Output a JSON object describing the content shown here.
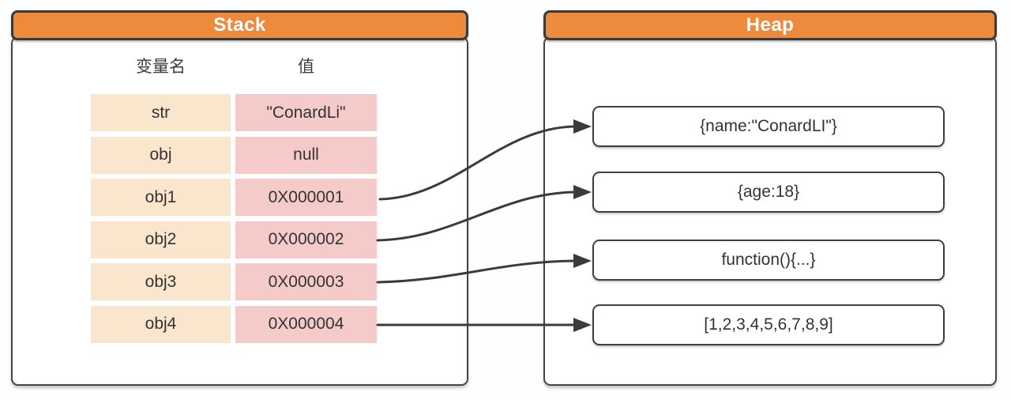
{
  "diagram": {
    "type": "memory-model",
    "description_visible_text_only": true
  },
  "colors": {
    "header_orange": "#ED8A3C",
    "name_cell_cream": "#FAE6CC",
    "value_cell_pink": "#F5CBC9",
    "border_dark": "#3a3a3a",
    "text_dark": "#333333",
    "panel_white": "#ffffff"
  },
  "stack": {
    "title": "Stack",
    "columns": {
      "variable": "变量名",
      "value": "值"
    },
    "rows": [
      {
        "name": "str",
        "value": "\"ConardLi\""
      },
      {
        "name": "obj",
        "value": "null"
      },
      {
        "name": "obj1",
        "value": "0X000001"
      },
      {
        "name": "obj2",
        "value": "0X000002"
      },
      {
        "name": "obj3",
        "value": "0X000003"
      },
      {
        "name": "obj4",
        "value": "0X000004"
      }
    ]
  },
  "heap": {
    "title": "Heap",
    "objects": [
      "{name:\"ConardLI\"}",
      "{age:18}",
      "function(){...}",
      "[1,2,3,4,5,6,7,8,9]"
    ]
  },
  "arrows": [
    {
      "from": "obj1",
      "to_heap_object": "{name:\"ConardLI\"}"
    },
    {
      "from": "obj2",
      "to_heap_object": "{age:18}"
    },
    {
      "from": "obj3",
      "to_heap_object": "function(){...}"
    },
    {
      "from": "obj4",
      "to_heap_object": "[1,2,3,4,5,6,7,8,9]"
    }
  ]
}
